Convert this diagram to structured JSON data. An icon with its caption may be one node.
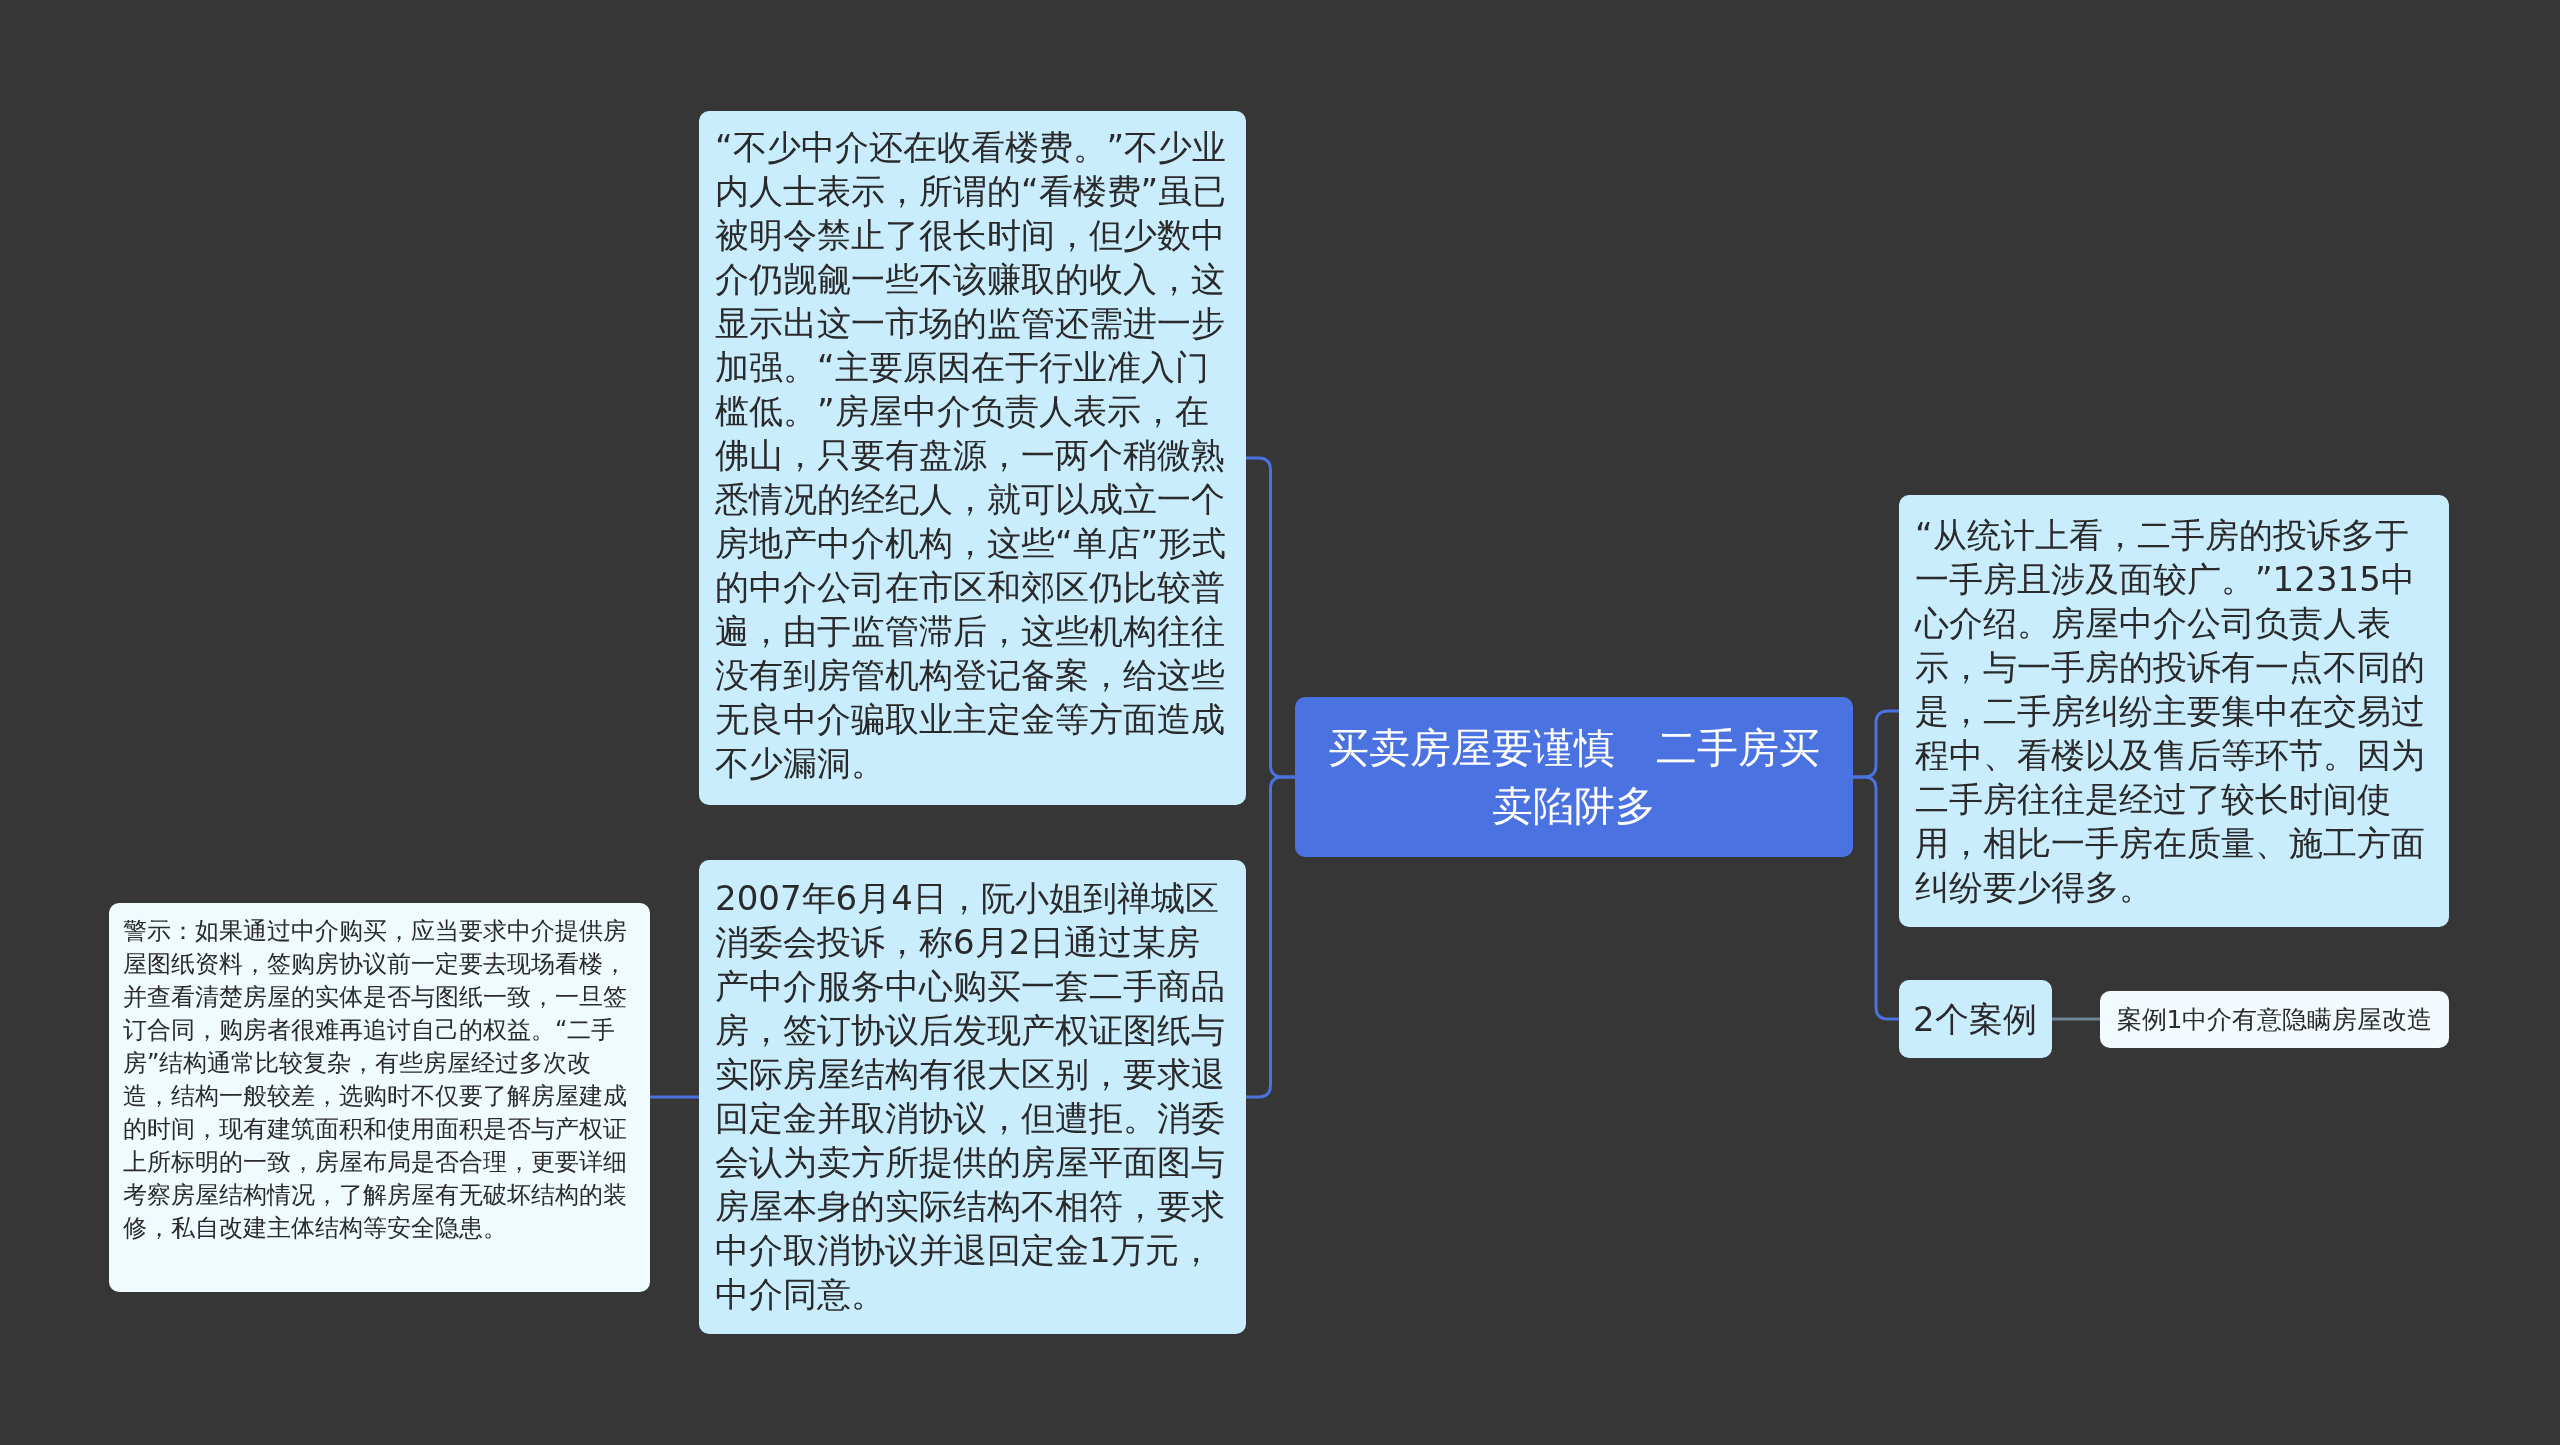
{
  "diagram": {
    "nodes": [
      {
        "text": [
          "买卖房屋要谨慎　二手房买卖陷阱多"
        ]
      },
      {
        "text": [
          "“不少中介还在收看楼费。”不少业内人士表示，所谓的“看楼费”虽已被明令禁止了很长时间，但少数中介仍觊觎一些不该赚取的收入，这显示出这一市场的监管还需进一步加强。“主要原因在于行业准入门槛低。”房屋中介负责人表示，在佛山，只要有盘源，一两个稍微熟悉情况的经纪人，就可以成立一个房地产中介机构，这些“单店”形式的中介公司在市区和郊区仍比较普遍，由于监管滞后，这些机构往往没有到房管机构登记备案，给这些无良中介骗取业主定金等方面造成不少漏洞。"
        ]
      },
      {
        "text": [
          "2007年6月4日，阮小姐到禅城区消委会投诉，称6月2日通过某房产中介服务中心购买一套二手商品房，签订协议后发现产权证图纸与实际房屋结构有很大区别，要求退回定金并取消协议，但遭拒。消委会认为卖方所提供的房屋平面图与房屋本身的实际结构不相符，要求中介取消协议并退回定金1万元，中介同意。"
        ]
      },
      {
        "text": [
          "警示：如果通过中介购买，应当要求中介提供房屋图纸资料，签购房协议前一定要去现场看楼，并查看清楚房屋的实体是否与图纸一致，一旦签订合同，购房者很难再追讨自己的权益。“二手房”结构通常比较复杂，有些房屋经过多次改造，结构一般较差，选购时不仅要了解房屋建成的时间，现有建筑面积和使用面积是否与产权证上所标明的一致，房屋布局是否合理，更要详细考察房屋结构情况，了解房屋有无破坏结构的装修，私自改建主体结构等安全隐患。"
        ]
      },
      {
        "text": [
          "“从统计上看，二手房的投诉多于一手房且涉及面较广。”12315中心介绍。房屋中介公司负责人表示，与一手房的投诉有一点不同的是，二手房纠纷主要集中在交易过程中、看楼以及售后等环节。因为二手房往往是经过了较长时间使用，相比一手房在质量、施工方面纠纷要少得多。"
        ]
      },
      {
        "text": [
          "2个案例"
        ]
      },
      {
        "text": [
          "案例1中介有意隐瞒房屋改造"
        ]
      }
    ],
    "edges": [
      {
        "from": 0,
        "to": 1,
        "arrow": "none"
      },
      {
        "from": 0,
        "to": 2,
        "arrow": "none"
      },
      {
        "from": 2,
        "to": 3,
        "arrow": "none"
      },
      {
        "from": 0,
        "to": 4,
        "arrow": "none"
      },
      {
        "from": 0,
        "to": 5,
        "arrow": "none"
      },
      {
        "from": 5,
        "to": 6,
        "arrow": "none",
        "color": "#6f8596"
      }
    ]
  }
}
